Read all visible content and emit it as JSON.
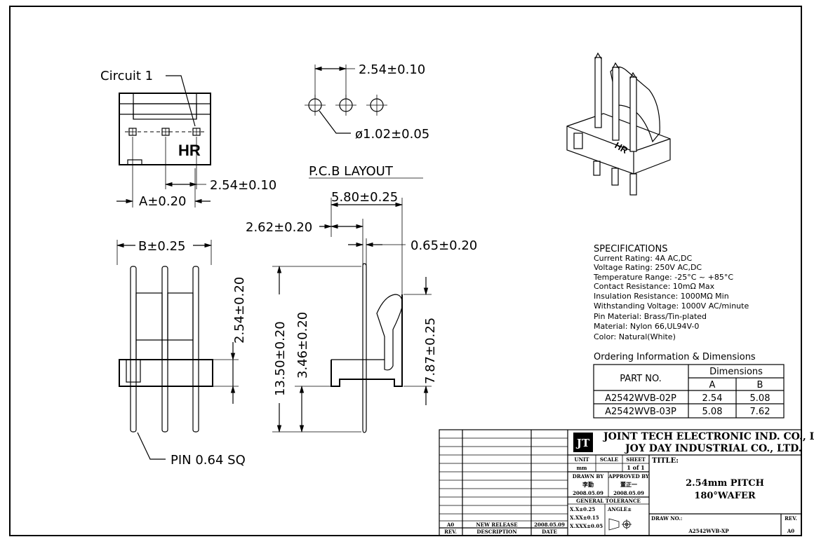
{
  "top_view": {
    "circuit_label": "Circuit 1",
    "brand_mark": "HR",
    "pitch_dim": "2.54±0.10",
    "a_dim": "A±0.20"
  },
  "pcb_layout": {
    "pitch_dim": "2.54±0.10",
    "hole_dim": "ø1.02±0.05",
    "title": "P.C.B LAYOUT"
  },
  "front_view": {
    "b_dim": "B±0.25",
    "pin_height_dim": "2.54±0.20",
    "pin_label": "PIN 0.64 SQ"
  },
  "side_view": {
    "width_dim": "5.80±0.25",
    "offset_dim": "2.62±0.20",
    "thickness_dim": "0.65±0.20",
    "total_height_dim": "13.50±0.20",
    "tail_dim": "3.46±0.20",
    "lock_height_dim": "7.87±0.25"
  },
  "iso_view": {
    "brand_mark": "HR"
  },
  "specifications": {
    "heading": "SPECIFICATIONS",
    "lines": [
      "Current Rating: 4A AC,DC",
      "Voltage Rating: 250V AC,DC",
      "Temperature Range: -25°C ~ +85°C",
      "Contact Resistance: 10mΩ Max",
      "Insulation Resistance: 1000MΩ Min",
      "Withstanding Voltage: 1000V AC/minute",
      "Pin Material: Brass/Tin-plated",
      "Material: Nylon 66,UL94V-0",
      "Color: Natural(White)"
    ]
  },
  "ordering": {
    "heading": "Ordering Information & Dimensions",
    "part_header": "PART NO.",
    "dims_header": "Dimensions",
    "col_a": "A",
    "col_b": "B",
    "rows": [
      {
        "part": "A2542WVB-02P",
        "a": "2.54",
        "b": "5.08"
      },
      {
        "part": "A2542WVB-03P",
        "a": "5.08",
        "b": "7.62"
      }
    ]
  },
  "title_block": {
    "logo": "JT",
    "company1": "JOINT TECH ELECTRONIC IND. CO., LTD.",
    "company2": "JOY DAY INDUSTRIAL CO., LTD.",
    "unit_label": "UNIT",
    "unit_value": "mm",
    "scale_label": "SCALE",
    "sheet_label": "SHEET",
    "sheet_value": "1 of 1",
    "title_label": "TITLE:",
    "title_line1": "2.54mm PITCH",
    "title_line2": "180°WAFER",
    "drawn_by_label": "DRAWN BY",
    "drawn_by_name": "李勤",
    "drawn_date": "2008.05.09",
    "approved_by_label": "APPROVED BY",
    "approved_by_name": "董正一",
    "approved_date": "2008.05.09",
    "tolerance_label": "GENERAL TOLERANCE",
    "tol1": "X.X±0.25",
    "tol2": "X.XX±0.15",
    "tol3": "X.XXX±0.05",
    "angle_label": "ANGLE±",
    "draw_no_label": "DRAW NO.:",
    "draw_no": "A2542WVB-XP",
    "rev_label": "REV.",
    "rev_value": "A0",
    "rev_col_rev": "REV.",
    "rev_col_desc": "DESCRIPTION",
    "rev_col_date": "DATE",
    "rev_row_rev": "A0",
    "rev_row_desc": "NEW RELEASE",
    "rev_row_date": "2008.05.09"
  }
}
